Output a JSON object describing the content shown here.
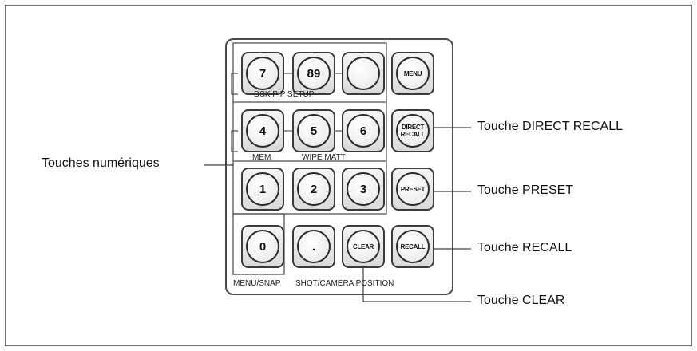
{
  "keys": {
    "k7": "7",
    "k89": "89",
    "k_blank": "",
    "menu": "MENU",
    "k4": "4",
    "k5": "5",
    "k6": "6",
    "direct_recall": "DIRECT RECALL",
    "k1": "1",
    "k2": "2",
    "k3": "3",
    "preset": "PRESET",
    "k0": "0",
    "dot": ".",
    "clear": "CLEAR",
    "recall": "RECALL"
  },
  "panel_labels": {
    "dsk_pip_setup": "DSK PIP SETUP",
    "mem": "MEM",
    "wipe_matt": "WIPE MATT",
    "menu_snap": "MENU/SNAP",
    "shot_camera_position": "SHOT/CAMERA POSITION"
  },
  "callouts": {
    "numeric": "Touches numériques",
    "direct_recall": "Touche DIRECT RECALL",
    "preset": "Touche PRESET",
    "recall": "Touche RECALL",
    "clear": "Touche CLEAR"
  }
}
